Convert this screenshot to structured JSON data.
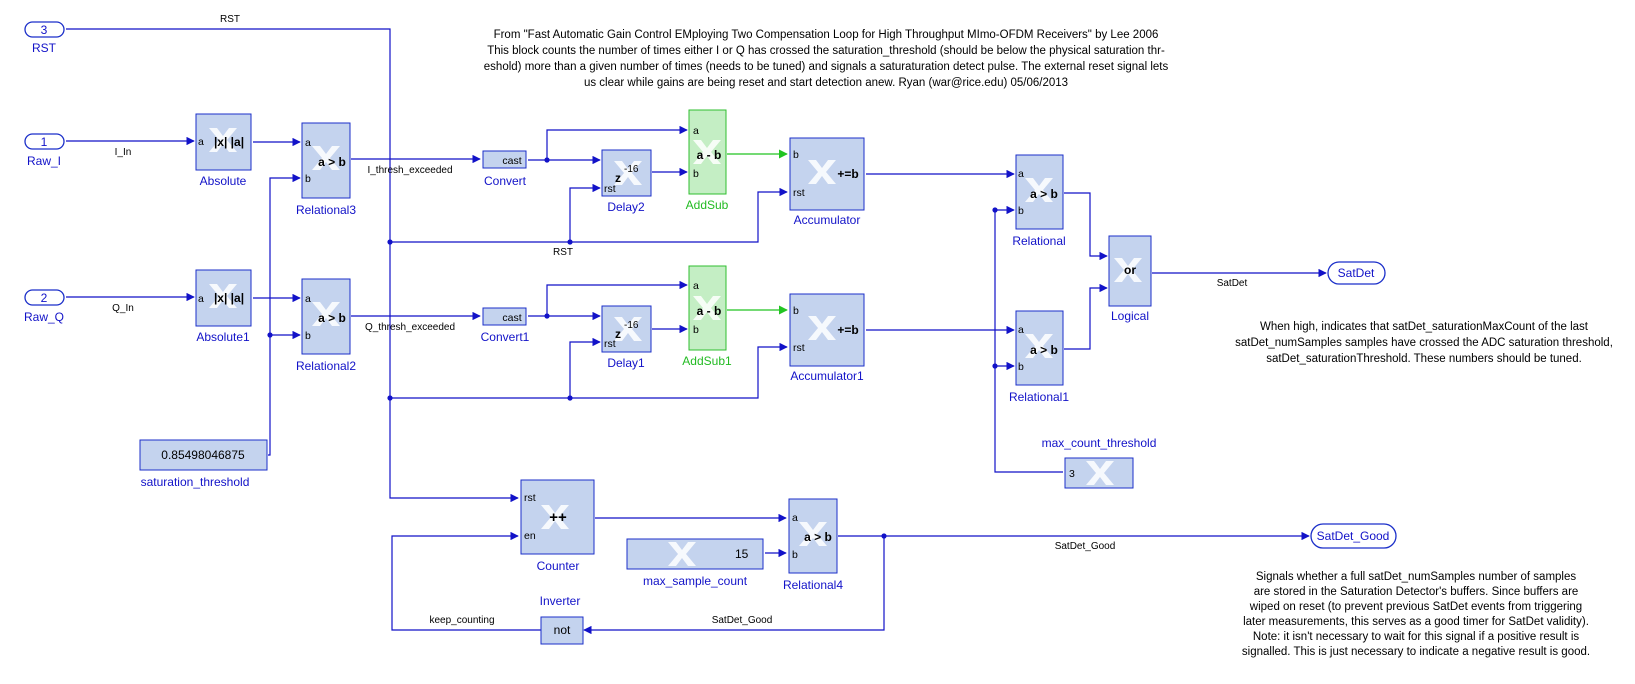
{
  "title_note": [
    "From \"Fast Automatic Gain Control EMploying Two Compensation Loop for High Throughput MImo-OFDM Receivers\" by Lee 2006",
    "This block counts the number of times either I or Q has crossed the saturation_threshold (should be below the physical saturation thr-",
    "eshold) more than a given number of times (needs to be tuned) and signals a saturaturation detect pulse. The external reset signal lets",
    "us clear while gains are being reset and start detection anew. Ryan (war@rice.edu) 05/06/2013"
  ],
  "satdet_note": [
    "When high, indicates that satDet_saturationMaxCount of the last",
    "satDet_numSamples samples have crossed the ADC saturation threshold,",
    "satDet_saturationThreshold. These numbers should be tuned."
  ],
  "satgood_note": [
    "Signals whether a full satDet_numSamples number of samples",
    "are stored in the Saturation Detector's buffers. Since buffers are",
    "wiped on reset (to prevent previous SatDet events from triggering",
    "later measurements, this serves as a good timer for SatDet validity).",
    "Note: it isn't necessary to wait for this signal if a positive result is",
    "signalled. This is just necessary to indicate a negative result is good."
  ],
  "inports": {
    "rst": {
      "num": "3",
      "name": "RST"
    },
    "raw_i": {
      "num": "1",
      "name": "Raw_I"
    },
    "raw_q": {
      "num": "2",
      "name": "Raw_Q"
    }
  },
  "outports": {
    "satdet": "SatDet",
    "satdet_good": "SatDet_Good"
  },
  "blocks": {
    "absolute": {
      "name": "Absolute",
      "pin": "a",
      "op": "|x| |a|"
    },
    "absolute1": {
      "name": "Absolute1",
      "pin": "a",
      "op": "|x| |a|"
    },
    "relational3": {
      "name": "Relational3",
      "pin_a": "a",
      "pin_b": "b",
      "op": "a > b"
    },
    "relational2": {
      "name": "Relational2",
      "pin_a": "a",
      "pin_b": "b",
      "op": "a > b"
    },
    "convert": {
      "name": "Convert",
      "op": "cast"
    },
    "convert1": {
      "name": "Convert1",
      "op": "cast"
    },
    "delay2": {
      "name": "Delay2",
      "pin": "rst",
      "op": "z",
      "exp": "-16"
    },
    "delay1": {
      "name": "Delay1",
      "pin": "rst",
      "op": "z",
      "exp": "-16"
    },
    "addsub": {
      "name": "AddSub",
      "pin_a": "a",
      "pin_b": "b",
      "op": "a - b"
    },
    "addsub1": {
      "name": "AddSub1",
      "pin_a": "a",
      "pin_b": "b",
      "op": "a - b"
    },
    "accumulator": {
      "name": "Accumulator",
      "pin_b": "b",
      "pin_rst": "rst",
      "op": "+=b"
    },
    "accumulator1": {
      "name": "Accumulator1",
      "pin_b": "b",
      "pin_rst": "rst",
      "op": "+=b"
    },
    "relational": {
      "name": "Relational",
      "pin_a": "a",
      "pin_b": "b",
      "op": "a > b"
    },
    "relational1": {
      "name": "Relational1",
      "pin_a": "a",
      "pin_b": "b",
      "op": "a > b"
    },
    "logical": {
      "name": "Logical",
      "op": "or"
    },
    "max_count_threshold": {
      "name": "max_count_threshold",
      "value": "3"
    },
    "saturation_threshold": {
      "name": "saturation_threshold",
      "value": "0.85498046875"
    },
    "counter": {
      "name": "Counter",
      "pin_rst": "rst",
      "pin_en": "en",
      "op": "++"
    },
    "max_sample_count": {
      "name": "max_sample_count",
      "value": "15"
    },
    "relational4": {
      "name": "Relational4",
      "pin_a": "a",
      "pin_b": "b",
      "op": "a > b"
    },
    "inverter": {
      "name": "Inverter",
      "op": "not"
    }
  },
  "signals": {
    "rst_top": "RST",
    "rst_mid": "RST",
    "i_in": "I_In",
    "q_in": "Q_In",
    "i_thresh": "I_thresh_exceeded",
    "q_thresh": "Q_thresh_exceeded",
    "satdet": "SatDet",
    "satdet_good_out": "SatDet_Good",
    "satdet_good_fb": "SatDet_Good",
    "keep_counting": "keep_counting"
  },
  "colors": {
    "wire": "#1212c8",
    "block_fill": "#c4d3ee",
    "addsub_fill": "#c4eec4",
    "addsub_wire": "#22c422",
    "label": "#1212c8",
    "addsub_label": "#22bb22"
  }
}
